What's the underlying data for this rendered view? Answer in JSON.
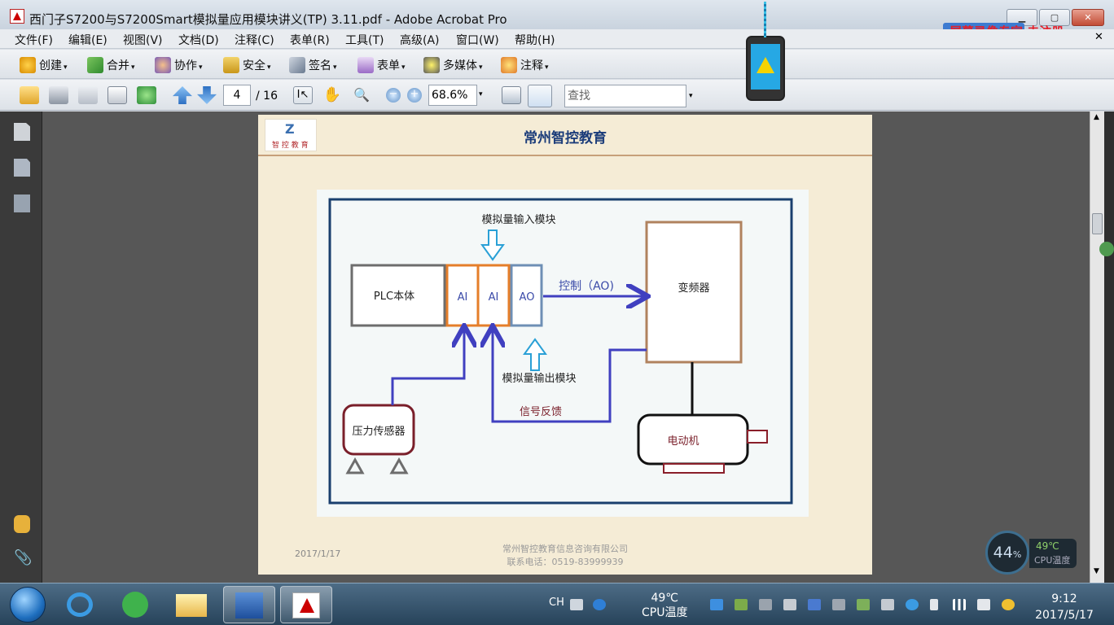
{
  "window": {
    "title": "西门子S7200与S7200Smart模拟量应用模块讲义(TP) 3.11.pdf - Adobe Acrobat Pro",
    "min_label": "▁",
    "max_label": "▢",
    "close_label": "✕"
  },
  "watermark": {
    "text": "屏幕录像专家  未注册"
  },
  "menu": [
    "文件(F)",
    "编辑(E)",
    "视图(V)",
    "文档(D)",
    "注释(C)",
    "表单(R)",
    "工具(T)",
    "高级(A)",
    "窗口(W)",
    "帮助(H)"
  ],
  "toolbar": {
    "items": [
      {
        "label": "创建",
        "icon": "create-icon"
      },
      {
        "label": "合并",
        "icon": "combine-icon"
      },
      {
        "label": "协作",
        "icon": "collaborate-icon"
      },
      {
        "label": "安全",
        "icon": "lock-icon"
      },
      {
        "label": "签名",
        "icon": "pen-icon"
      },
      {
        "label": "表单",
        "icon": "form-icon"
      },
      {
        "label": "多媒体",
        "icon": "multimedia-icon"
      },
      {
        "label": "注释",
        "icon": "comment-icon"
      }
    ],
    "dropdown_glyph": "▾"
  },
  "nav": {
    "page_current": "4",
    "page_total": "/ 16",
    "zoom": "68.6%",
    "find_placeholder": "查找",
    "dropdown_glyph": "▾"
  },
  "page": {
    "logo_mark": "Z",
    "logo_text": "智 控 教 育",
    "title": "常州智控教育",
    "date": "2017/1/17",
    "footer_company": "常州智控教育信息咨询有限公司",
    "footer_phone": "联系电话：0519-83999939"
  },
  "diagram": {
    "label_input_module": "模拟量输入模块",
    "label_output_module": "模拟量输出模块",
    "plc": "PLC本体",
    "ai1": "AI",
    "ai2": "AI",
    "ao": "AO",
    "control": "控制（AO)",
    "vfd": "变频器",
    "feedback": "信号反馈",
    "sensor": "压力传感器",
    "motor": "电动机"
  },
  "cpu_widget": {
    "percent": "44",
    "percent_sign": "%",
    "temp": "49℃",
    "label": "CPU温度"
  },
  "taskbar": {
    "ime": "CH",
    "temp": "49℃",
    "temp_label": "CPU温度",
    "time": "9:12",
    "date": "2017/5/17"
  }
}
